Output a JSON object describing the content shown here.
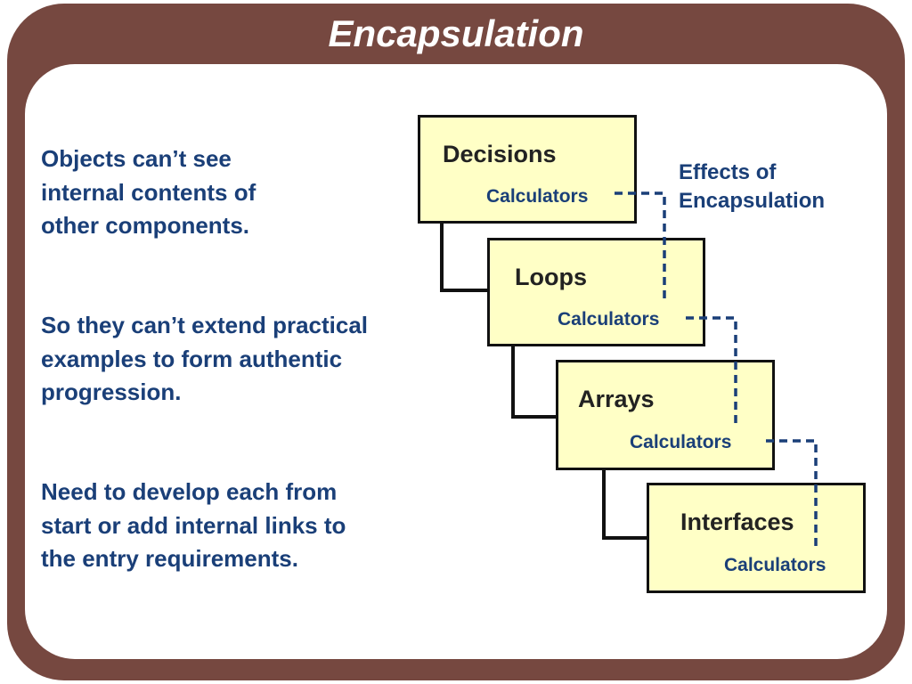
{
  "title": "Encapsulation",
  "bullets": [
    "Objects can’t see\ninternal contents of\nother components.",
    "So they can’t extend practical\nexamples to form authentic\nprogression.",
    "Need to develop each from\nstart or add internal links to\nthe entry requirements."
  ],
  "diagram": {
    "effects_label": "Effects of\nEncapsulation",
    "boxes": [
      {
        "name": "Decisions",
        "sub": "Calculators"
      },
      {
        "name": "Loops",
        "sub": "Calculators"
      },
      {
        "name": "Arrays",
        "sub": "Calculators"
      },
      {
        "name": "Interfaces",
        "sub": "Calculators"
      }
    ]
  },
  "colors": {
    "frame": "#764840",
    "text_blue": "#1a3f78",
    "box_fill": "#ffffc6",
    "dashed_link": "#1a3f78"
  }
}
